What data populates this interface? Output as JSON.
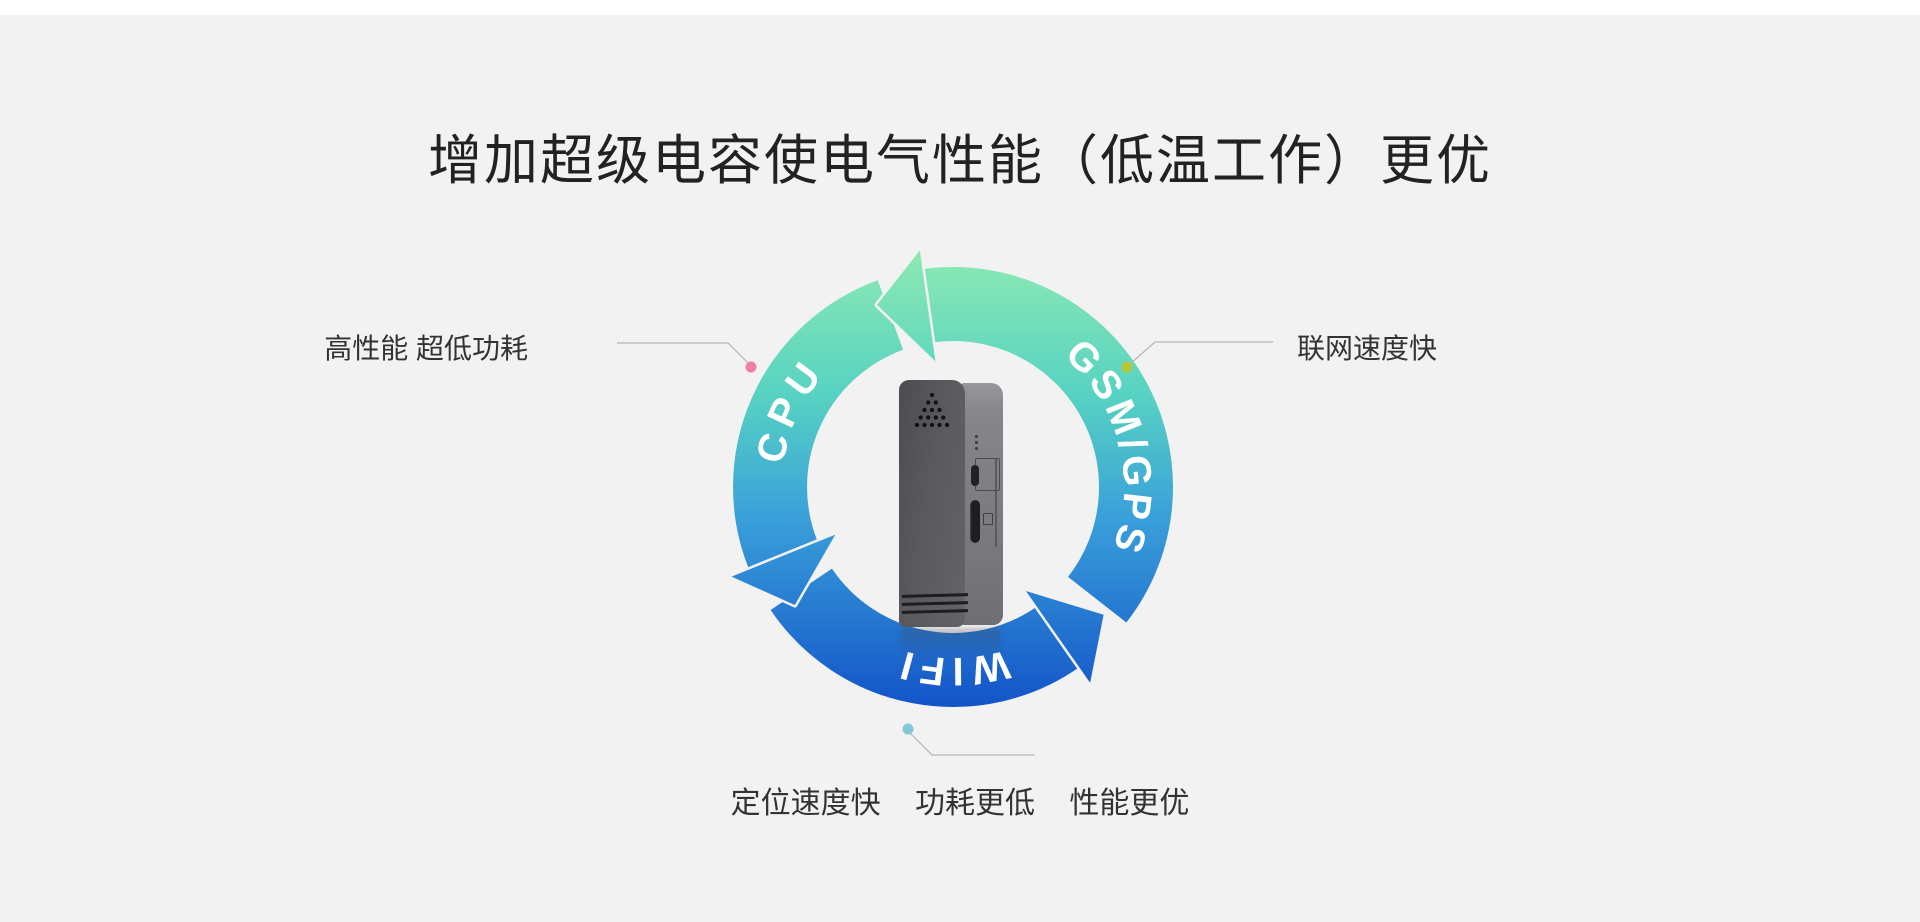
{
  "background": {
    "page": "#f2f2f3",
    "top_strip": "#ffffff"
  },
  "title": {
    "text": "增加超级电容使电气性能（低温工作）更优",
    "color": "#222222"
  },
  "diagram": {
    "ring": {
      "labels": {
        "left": "CPU",
        "right": "GSM/GPS",
        "bottom": "WIFI"
      },
      "label_color": "#ffffff",
      "gradient": {
        "top": "#8EEAB2",
        "upper_mid": "#57D2C2",
        "lower_mid": "#3AA0DA",
        "bottom": "#1252C8"
      }
    },
    "callouts": {
      "left": {
        "text": "高性能 超低功耗",
        "dot_color": "#ee80a6"
      },
      "right": {
        "text": "联网速度快",
        "dot_color": "#b4c837"
      },
      "bottom": {
        "items": [
          "定位速度快",
          "功耗更低",
          "性能更优"
        ],
        "dot_color": "#82c7da"
      },
      "text_color": "#333333",
      "line_color": "#b5b5b5"
    }
  }
}
